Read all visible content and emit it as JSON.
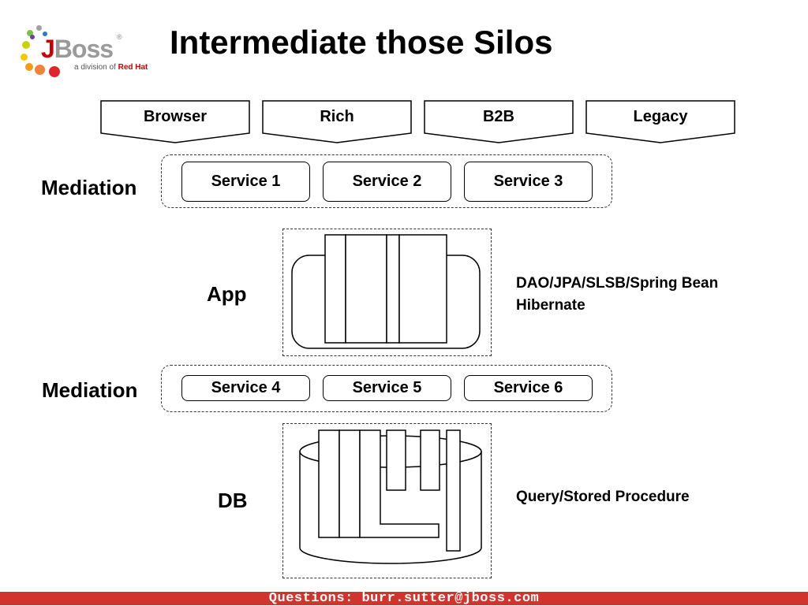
{
  "slide": {
    "title": "Intermediate those Silos",
    "footer": "Questions: burr.sutter@jboss.com"
  },
  "logo": {
    "mark_j": "J",
    "mark_rest": "Boss",
    "registered": "®",
    "tagline_prefix": "a division of ",
    "tagline_brand": "Red Hat"
  },
  "clients": [
    {
      "label": "Browser"
    },
    {
      "label": "Rich"
    },
    {
      "label": "B2B"
    },
    {
      "label": "Legacy"
    }
  ],
  "mediation_top": {
    "label": "Mediation",
    "services": [
      "Service 1",
      "Service 2",
      "Service 3"
    ]
  },
  "app": {
    "label": "App",
    "note_lines": [
      "DAO/JPA/SLSB/Spring Bean",
      "Hibernate"
    ]
  },
  "mediation_bottom": {
    "label": "Mediation",
    "services": [
      "Service 4",
      "Service 5",
      "Service 6"
    ]
  },
  "db": {
    "label": "DB",
    "note": "Query/Stored Procedure"
  },
  "colors": {
    "footer_bar": "#d0342c",
    "brand_red": "#cc0000"
  }
}
